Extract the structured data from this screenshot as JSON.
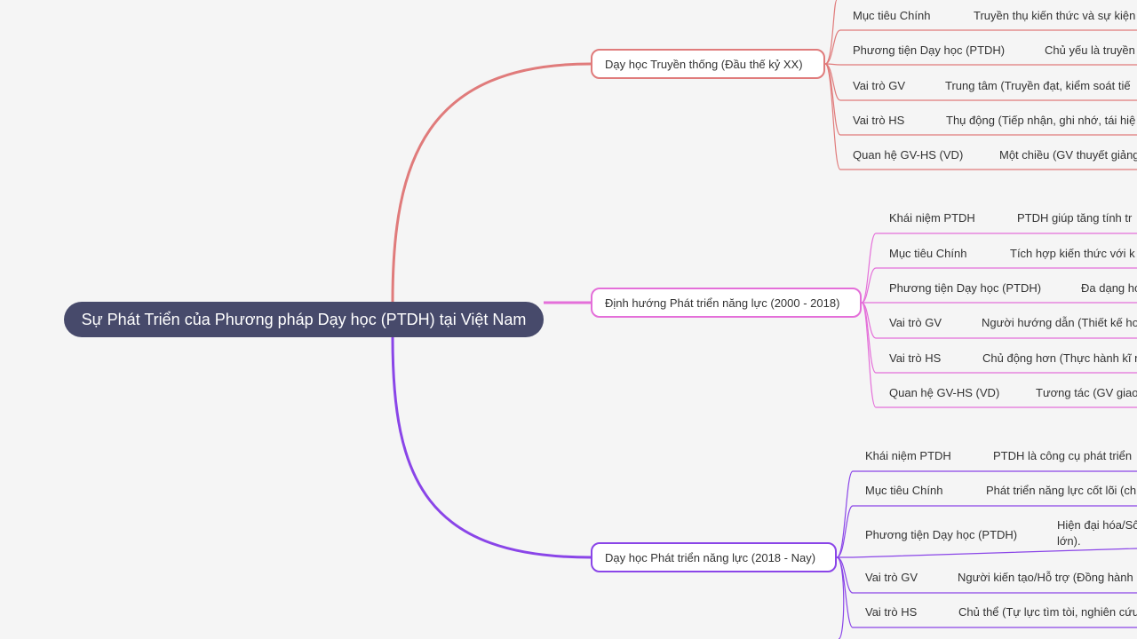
{
  "root": {
    "title": "Sự Phát Triển của Phương pháp Dạy học (PTDH) tại Việt Nam"
  },
  "colors": {
    "branch1": "#e07b7b",
    "branch2": "#e46fd9",
    "branch3": "#8a45e8",
    "root_bg": "#474a6b"
  },
  "branches": [
    {
      "label": "Dạy học Truyền thống (Đầu thế kỷ XX)",
      "items": [
        {
          "key": "Mục tiêu Chính",
          "value": "Truyền thụ kiến thức và sự kiện"
        },
        {
          "key": "Phương tiện Dạy học (PTDH)",
          "value": "Chủ yếu là truyền"
        },
        {
          "key": "Vai trò GV",
          "value": "Trung tâm (Truyền đạt, kiểm soát tiế"
        },
        {
          "key": "Vai trò HS",
          "value": "Thụ động (Tiếp nhận, ghi nhớ, tái hiệ"
        },
        {
          "key": "Quan hệ GV-HS (VD)",
          "value": "Một chiều (GV thuyết giảng"
        }
      ]
    },
    {
      "label": "Định hướng Phát triển năng lực (2000 - 2018)",
      "items": [
        {
          "key": "Khái niệm PTDH",
          "value": "PTDH giúp tăng tính tr"
        },
        {
          "key": "Mục tiêu Chính",
          "value": "Tích hợp kiến thức với k"
        },
        {
          "key": "Phương tiện Dạy học (PTDH)",
          "value": "Đa dạng hó"
        },
        {
          "key": "Vai trò GV",
          "value": "Người hướng dẫn (Thiết kế ho"
        },
        {
          "key": "Vai trò HS",
          "value": "Chủ động hơn (Thực hành kĩ n"
        },
        {
          "key": "Quan hệ GV-HS (VD)",
          "value": "Tương tác (GV giao"
        }
      ]
    },
    {
      "label": "Dạy học Phát triển năng lực (2018 - Nay)",
      "items": [
        {
          "key": "Khái niệm PTDH",
          "value": "PTDH là công cụ phát triển"
        },
        {
          "key": "Mục tiêu Chính",
          "value": "Phát triển năng lực cốt lõi (ch"
        },
        {
          "key": "Phương tiện Dạy học (PTDH)",
          "value": "Hiện đại hóa/Số lớn)."
        },
        {
          "key": "Vai trò GV",
          "value": "Người kiến tạo/Hỗ trợ (Đồng hành"
        },
        {
          "key": "Vai trò HS",
          "value": "Chủ thể (Tự lực tìm tòi, nghiên cứu"
        }
      ]
    }
  ]
}
